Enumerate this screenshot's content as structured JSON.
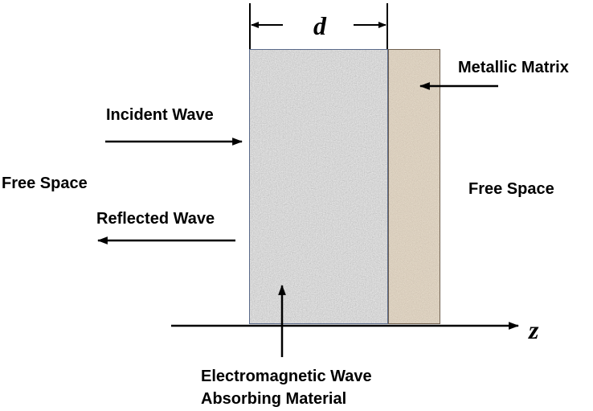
{
  "diagram": {
    "labels": {
      "thickness": "d",
      "metallic_matrix": "Metallic Matrix",
      "incident_wave": "Incident Wave",
      "free_space_left": "Free Space",
      "free_space_right": "Free Space",
      "reflected_wave": "Reflected Wave",
      "axis": "z",
      "absorber_line1": "Electromagnetic Wave",
      "absorber_line2": "Absorbing Material"
    },
    "colors": {
      "absorber_base": "#c4c4c4",
      "absorber_dark": "#7a7a7a",
      "absorber_light": "#e8e8e8",
      "metal_base": "#b1a08a",
      "metal_dark": "#7b6b58",
      "metal_light": "#d6cbb9",
      "line": "#000000"
    }
  }
}
